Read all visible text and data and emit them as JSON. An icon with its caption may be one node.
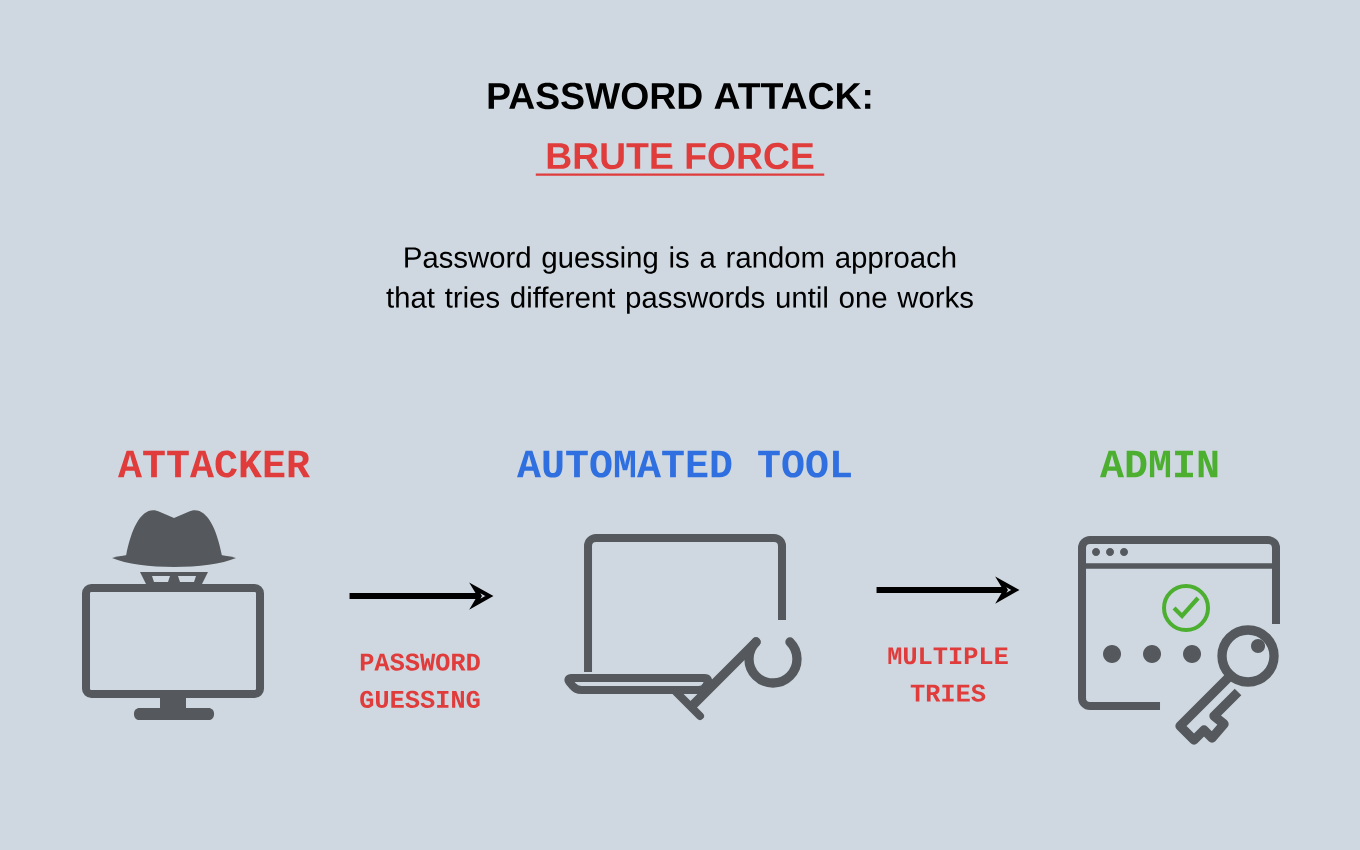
{
  "diagram": {
    "title": "PASSWORD ATTACK:",
    "nodes": [
      {
        "text": [
          "ATTACKER"
        ]
      },
      {
        "text": [
          "AUTOMATED TOOL"
        ]
      },
      {
        "text": [
          "ADMIN"
        ]
      }
    ],
    "edges": [
      {
        "from": 0,
        "to": 1,
        "arrow": "to",
        "label": "PASSWORD GUESSING"
      },
      {
        "from": 1,
        "to": 2,
        "arrow": "to",
        "label": "MULTIPLE TRIES"
      }
    ],
    "labels": [
      "BRUTE FORCE",
      "Password guessing is a random approach that tries different passwords until one works"
    ]
  }
}
